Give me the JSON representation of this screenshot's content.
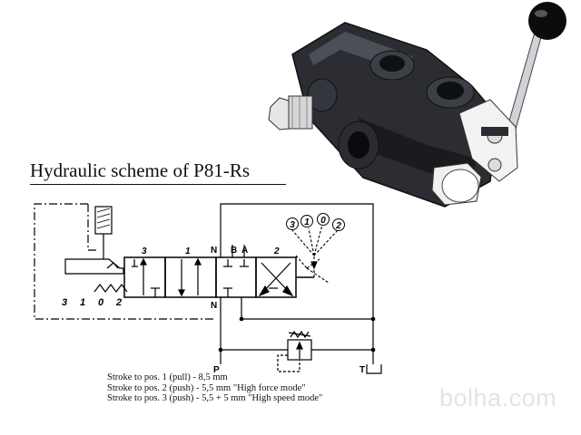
{
  "title": "Hydraulic scheme of P81-Rs",
  "lever_positions": [
    "3",
    "1",
    "0",
    "2"
  ],
  "spool_labels": {
    "pos3": "3",
    "pos1": "1",
    "n_top": "N",
    "b": "B",
    "a": "A",
    "pos2": "2",
    "n_bottom": "N"
  },
  "detent_labels": [
    "3",
    "1",
    "0",
    "2"
  ],
  "port_labels": {
    "pressure": "P",
    "tank": "T"
  },
  "stroke_notes": [
    "Stroke to pos. 1 (pull) - 8,5 mm",
    "Stroke to pos. 2 (push) - 5,5 mm \"High force mode\"",
    "Stroke to pos. 3 (push) - 5,5 + 5 mm \"High speed mode\""
  ],
  "watermark": "bolha.com"
}
